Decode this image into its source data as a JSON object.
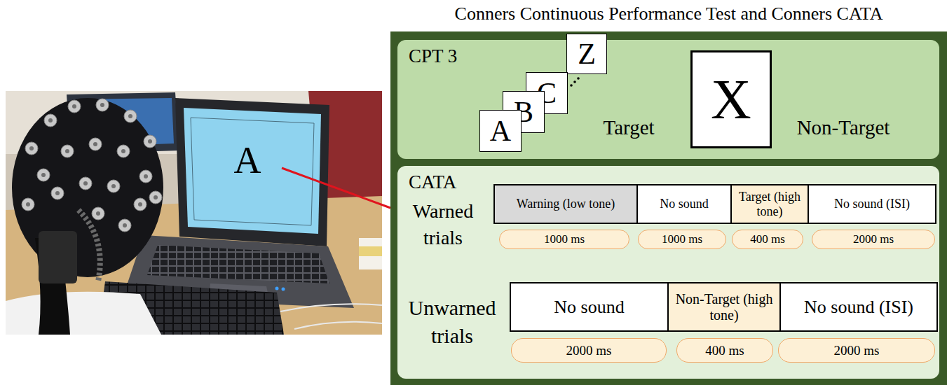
{
  "diagram": {
    "nodes": [
      {
        "text": [
          "Conners Continuous Performance Test and Conners CATA"
        ]
      },
      {
        "text": [
          "CPT 3"
        ],
        "in": 0
      },
      {
        "text": [
          "A"
        ],
        "in": 1
      },
      {
        "text": [
          "B"
        ],
        "in": 1
      },
      {
        "text": [
          "C"
        ],
        "in": 1
      },
      {
        "text": [
          "Z"
        ],
        "in": 1
      },
      {
        "text": [
          "X"
        ],
        "in": 1
      },
      {
        "text": [
          "CATA"
        ],
        "in": 0
      },
      {
        "text": [
          "Warning (low tone)"
        ],
        "in": 7
      },
      {
        "text": [
          "No sound"
        ],
        "in": 7
      },
      {
        "text": [
          "Target (high tone)"
        ],
        "in": 7
      },
      {
        "text": [
          "No sound (ISI)"
        ],
        "in": 7
      },
      {
        "text": [
          "1000 ms"
        ],
        "in": 7
      },
      {
        "text": [
          "1000 ms"
        ],
        "in": 7
      },
      {
        "text": [
          "400 ms"
        ],
        "in": 7
      },
      {
        "text": [
          "2000 ms"
        ],
        "in": 7
      },
      {
        "text": [
          "No sound"
        ],
        "in": 7
      },
      {
        "text": [
          "Non-Target (high tone)"
        ],
        "in": 7
      },
      {
        "text": [
          "No sound (ISI)"
        ],
        "in": 7
      },
      {
        "text": [
          "2000 ms"
        ],
        "in": 7
      },
      {
        "text": [
          "400 ms"
        ],
        "in": 7
      },
      {
        "text": [
          "2000 ms"
        ],
        "in": 7
      }
    ],
    "labels": [
      "A",
      "Target",
      "Non-Target",
      "Warned trials",
      "Unwarned trials"
    ]
  }
}
